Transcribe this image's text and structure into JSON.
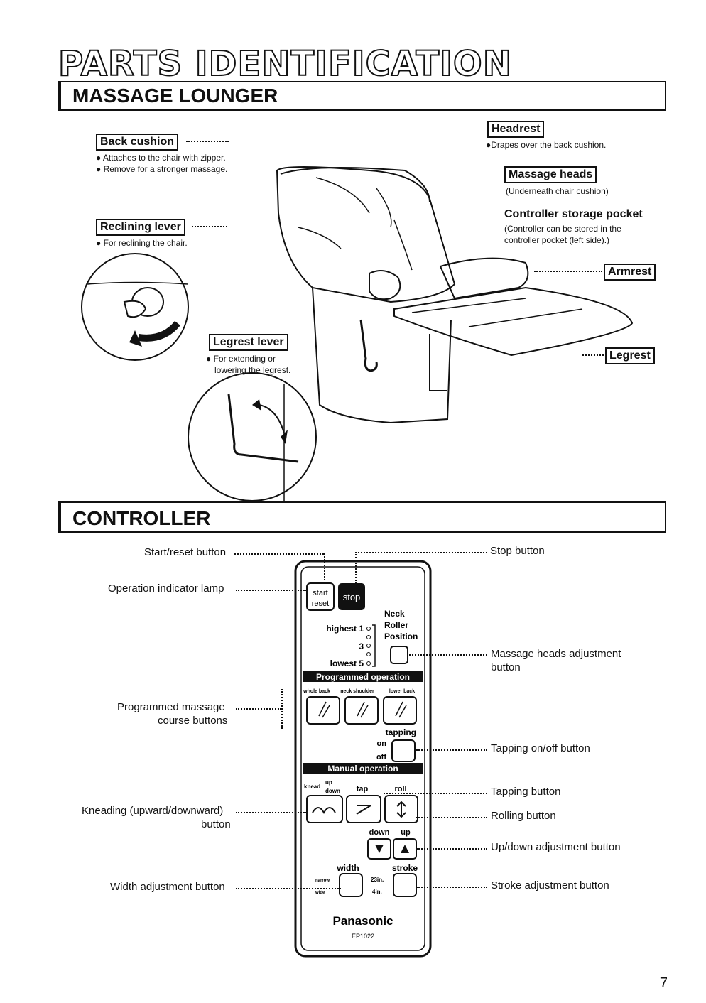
{
  "page_title": "PARTS IDENTIFICATION",
  "sections": {
    "lounger": "MASSAGE LOUNGER",
    "controller": "CONTROLLER"
  },
  "lounger": {
    "back_cushion": {
      "label": "Back cushion",
      "notes": [
        "Attaches to the chair with zipper.",
        "Remove for a stronger massage."
      ]
    },
    "reclining_lever": {
      "label": "Reclining lever",
      "note": "For reclining the chair."
    },
    "headrest": {
      "label": "Headrest",
      "note": "Drapes over the back cushion."
    },
    "massage_heads": {
      "label": "Massage heads",
      "note": "(Underneath chair cushion)"
    },
    "storage_pocket": {
      "label": "Controller storage pocket",
      "notes": [
        "(Controller can be stored in the",
        "controller pocket (left side).)"
      ]
    },
    "armrest": {
      "label": "Armrest"
    },
    "legrest_lever": {
      "label": "Legrest lever",
      "notes": [
        "For extending or",
        "lowering the legrest."
      ]
    },
    "legrest": {
      "label": "Legrest"
    }
  },
  "controller": {
    "callouts": {
      "start_reset": "Start/reset button",
      "stop": "Stop button",
      "indicator": "Operation indicator lamp",
      "massage_heads_adj": [
        "Massage heads adjustment",
        "button"
      ],
      "programmed": [
        "Programmed massage",
        "course buttons"
      ],
      "tapping_onoff": "Tapping on/off button",
      "tapping": "Tapping button",
      "rolling": "Rolling button",
      "kneading": [
        "Kneading (upward/downward)",
        "button"
      ],
      "updown": "Up/down adjustment button",
      "width": "Width adjustment button",
      "stroke": "Stroke adjustment button"
    },
    "remote": {
      "start_top": "start",
      "start_bottom": "reset",
      "stop": "stop",
      "neck_roller": [
        "Neck",
        "Roller",
        "Position"
      ],
      "highest": "highest 1",
      "three": "3",
      "lowest": "lowest 5",
      "programmed_bar": "Programmed operation",
      "prog_labels": [
        "whole back",
        "neck shoulder",
        "lower back"
      ],
      "tapping": "tapping",
      "on": "on",
      "off": "off",
      "manual_bar": "Manual operation",
      "knead": "knead",
      "up": "up",
      "down": "down",
      "tap": "tap",
      "roll": "roll",
      "dir_down": "down",
      "dir_up": "up",
      "width": "width",
      "stroke": "stroke",
      "narrow": "narrow",
      "wide": "wide",
      "s23": "23in.",
      "s4": "4in.",
      "brand": "Panasonic",
      "model": "EP1022"
    }
  },
  "page_number": "7"
}
